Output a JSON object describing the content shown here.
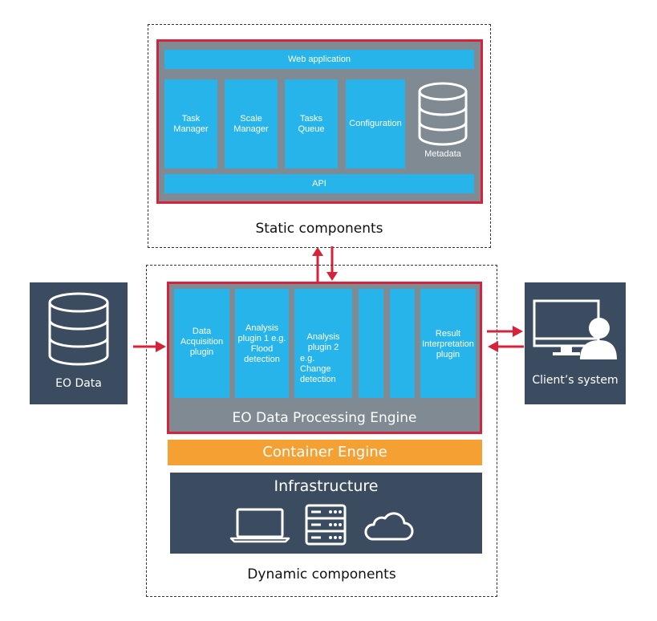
{
  "static_section": {
    "label": "Static components",
    "web_application": "Web application",
    "modules": [
      "Task Manager",
      "Scale Manager",
      "Tasks Queue",
      "Configuration"
    ],
    "metadata": "Metadata",
    "api": "API"
  },
  "dynamic_section": {
    "label": "Dynamic components",
    "engine_label": "EO Data Processing Engine",
    "plugins": {
      "data_acquisition": "Data Acquisition plugin",
      "analysis_1": "Analysis plugin 1 e.g. Flood detection",
      "analysis_2_title": "Analysis plugin 2",
      "analysis_2_detail": "e.g. Change detection",
      "result": "Result Interpretation plugin"
    },
    "container_engine": "Container Engine",
    "infrastructure": "Infrastructure"
  },
  "eo_data": {
    "label": "EO Data"
  },
  "client_system": {
    "label": "Client’s system"
  },
  "colors": {
    "plugin_blue": "#27b4ea",
    "frame_red": "#d6223a",
    "frame_grey": "#7f8a93",
    "navy": "#3c4c60",
    "container_orange": "#f4a033"
  },
  "icons": [
    "database-icon",
    "laptop-icon",
    "server-icon",
    "cloud-icon",
    "monitor-user-icon",
    "arrow-icon"
  ]
}
